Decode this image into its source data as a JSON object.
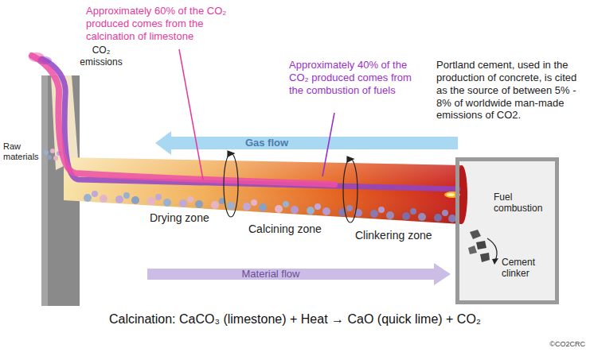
{
  "diagram": {
    "caption": "Calcination: CaCO₃ (limestone) + Heat → CaO (quick lime) + CO₂",
    "nodes": [
      {
        "text": [
          "Fuel combustion",
          "Cement clinker"
        ]
      }
    ],
    "labels": [
      "Approximately 60% of the CO₂ produced comes from the calcination of limestone",
      "Approximately 40% of the CO₂ produced comes from the combustion of fuels",
      "Portland cement, used in the production of concrete, is cited as the source of between 5% - 8% of worldwide man-made emissions of CO2.",
      "CO₂ emissions",
      "Raw materials",
      "Gas flow",
      "Drying zone",
      "Calcining zone",
      "Clinkering zone",
      "Material flow",
      "©CO2CRC"
    ]
  }
}
